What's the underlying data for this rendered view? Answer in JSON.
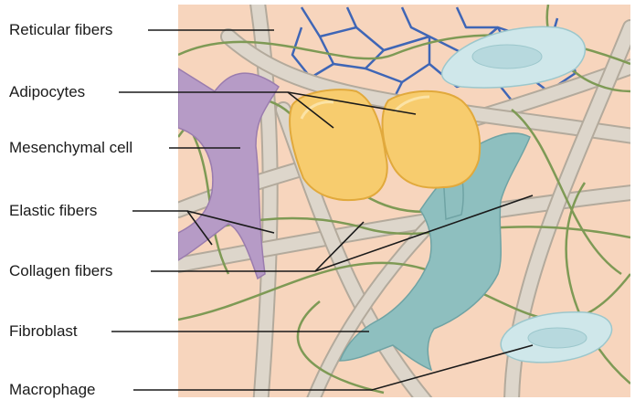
{
  "labels": {
    "reticular_fibers": "Reticular fibers",
    "adipocytes": "Adipocytes",
    "mesenchymal_cell": "Mesenchymal cell",
    "elastic_fibers": "Elastic fibers",
    "collagen_fibers": "Collagen fibers",
    "fibroblast": "Fibroblast",
    "macrophage": "Macrophage"
  },
  "colors": {
    "ground_substance": "#f7d5bd",
    "collagen": "#ddd6cb",
    "collagen_outline": "#b3aa9c",
    "elastic": "#7e9a55",
    "reticular": "#3f66b6",
    "adipocyte": "#f7cc6e",
    "adipocyte_outline": "#e1a93c",
    "mesenchymal": "#b69bc6",
    "fibroblast": "#8ebfbf",
    "macrophage": "#cfe7ea",
    "leader_line": "#1a1a1a"
  }
}
